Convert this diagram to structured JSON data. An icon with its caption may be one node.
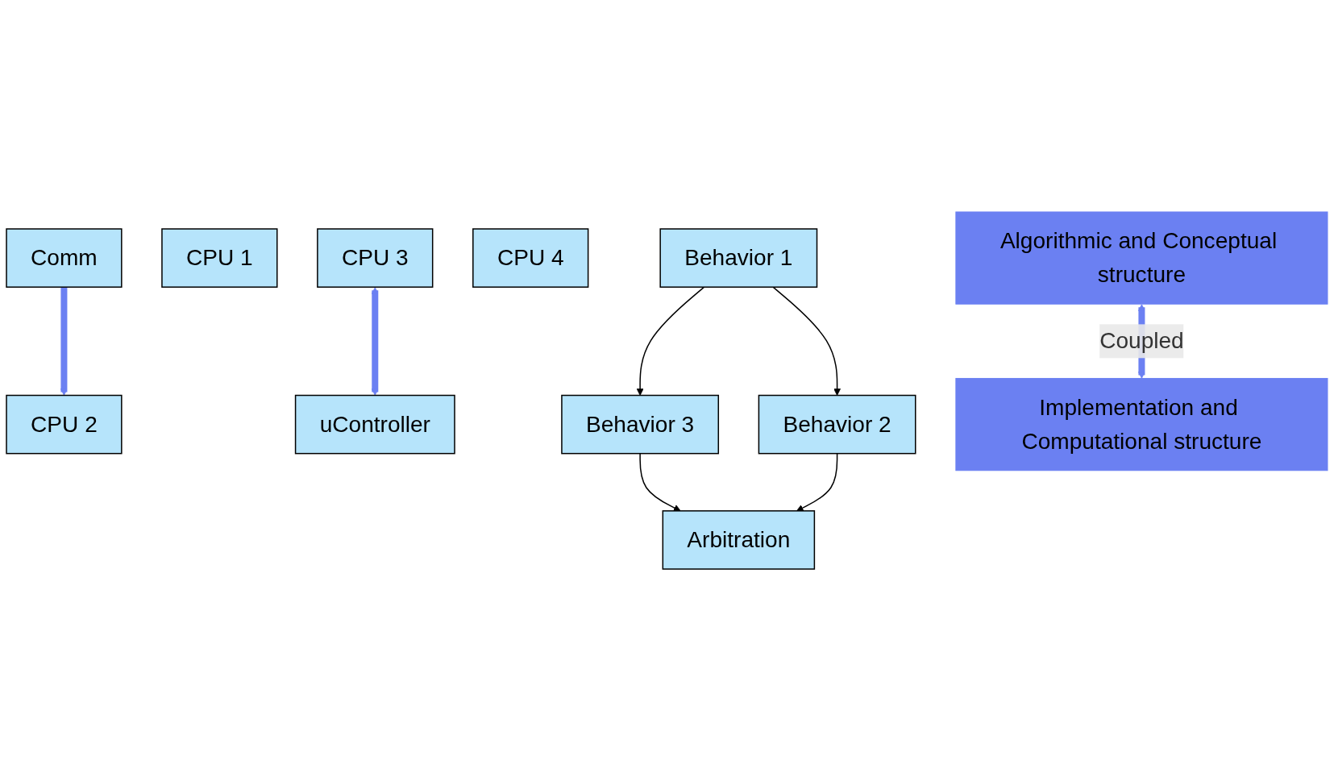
{
  "diagram": {
    "nodes": [
      {
        "text": [
          "Comm"
        ]
      },
      {
        "text": [
          "CPU 1"
        ]
      },
      {
        "text": [
          "CPU 2"
        ]
      },
      {
        "text": [
          "CPU 3"
        ]
      },
      {
        "text": [
          "CPU 4"
        ]
      },
      {
        "text": [
          "uController"
        ]
      },
      {
        "text": [
          "Behavior 1"
        ]
      },
      {
        "text": [
          "Behavior 3"
        ]
      },
      {
        "text": [
          "Behavior 2"
        ]
      },
      {
        "text": [
          "Arbitration"
        ]
      },
      {
        "text": [
          "Algorithmic and Conceptual structure"
        ]
      },
      {
        "text": [
          "Implementation and Computational structure"
        ]
      }
    ],
    "edges": [
      {
        "from": 0,
        "to": 2,
        "arrow": "to",
        "style": "thick",
        "color": "#6b80f2"
      },
      {
        "from": 3,
        "to": 5,
        "arrow": "both",
        "style": "thick",
        "color": "#6b80f2"
      },
      {
        "from": 6,
        "to": 7,
        "arrow": "to"
      },
      {
        "from": 6,
        "to": 8,
        "arrow": "to"
      },
      {
        "from": 7,
        "to": 9,
        "arrow": "to"
      },
      {
        "from": 8,
        "to": 9,
        "arrow": "to"
      },
      {
        "from": 10,
        "to": 11,
        "label": "Coupled",
        "arrow": "both",
        "style": "thick",
        "color": "#6b80f2"
      }
    ]
  }
}
